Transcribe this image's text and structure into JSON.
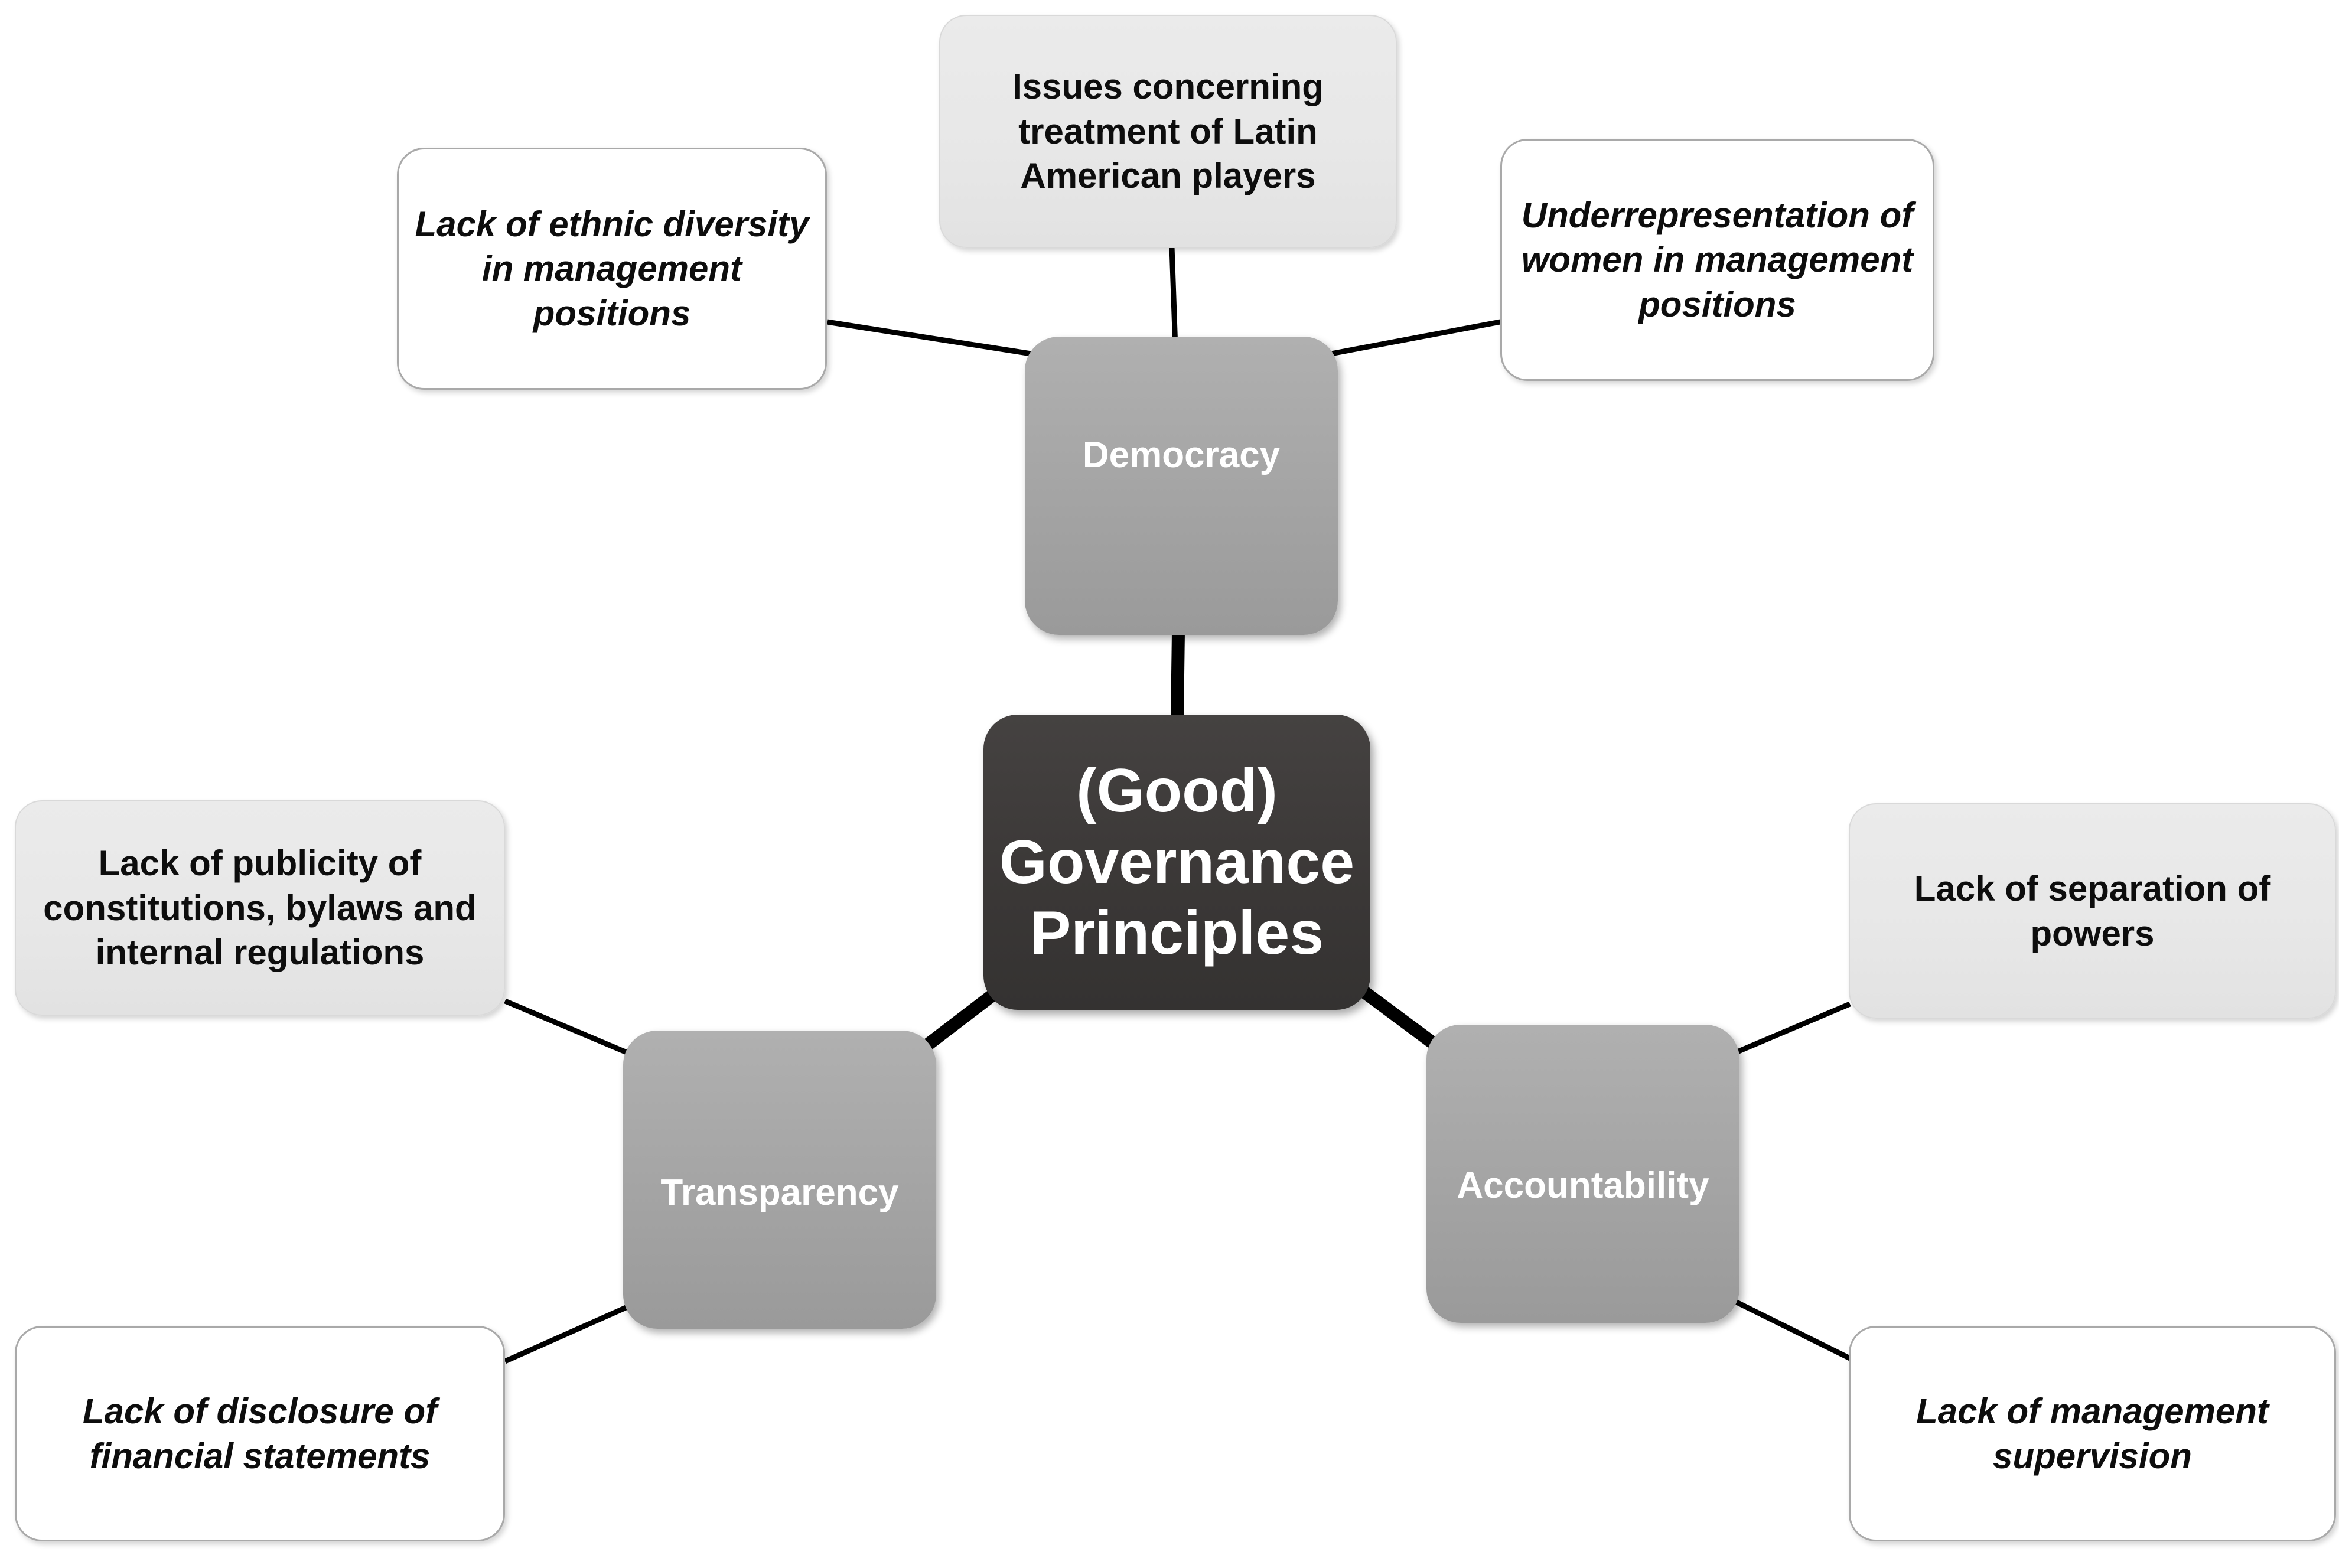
{
  "diagram": {
    "title_node": {
      "label": "(Good)\nGovernance\nPrinciples",
      "color": "#3f3c3b",
      "text_color": "#ffffff"
    },
    "principles": [
      {
        "id": "democracy",
        "label": "Democracy",
        "color": "#a6a6a6",
        "text_color": "#ffffff"
      },
      {
        "id": "transparency",
        "label": "Transparency",
        "color": "#a6a6a6",
        "text_color": "#ffffff"
      },
      {
        "id": "accountability",
        "label": "Accountability",
        "color": "#a6a6a6",
        "text_color": "#ffffff"
      }
    ],
    "issues": [
      {
        "id": "latin-players",
        "parent": "democracy",
        "label": "Issues concerning treatment of Latin American players",
        "style": "light",
        "italic": false,
        "color": "#e6e6e6"
      },
      {
        "id": "ethnic-diversity",
        "parent": "democracy",
        "label": "Lack of ethnic diversity in management positions",
        "style": "white",
        "italic": true,
        "color": "#ffffff"
      },
      {
        "id": "women-underrepresented",
        "parent": "democracy",
        "label": "Underrepresentation of women in management positions",
        "style": "white",
        "italic": true,
        "color": "#ffffff"
      },
      {
        "id": "publicity-constitutions",
        "parent": "transparency",
        "label": "Lack of publicity of constitutions, bylaws and internal regulations",
        "style": "light",
        "italic": false,
        "color": "#e6e6e6"
      },
      {
        "id": "financial-disclosure",
        "parent": "transparency",
        "label": "Lack of disclosure of financial statements",
        "style": "white",
        "italic": true,
        "color": "#ffffff"
      },
      {
        "id": "separation-of-powers",
        "parent": "accountability",
        "label": "Lack of separation of powers",
        "style": "light",
        "italic": false,
        "color": "#e6e6e6"
      },
      {
        "id": "management-supervision",
        "parent": "accountability",
        "label": "Lack of management supervision",
        "style": "white",
        "italic": true,
        "color": "#ffffff"
      }
    ],
    "connector_color": "#000000"
  }
}
